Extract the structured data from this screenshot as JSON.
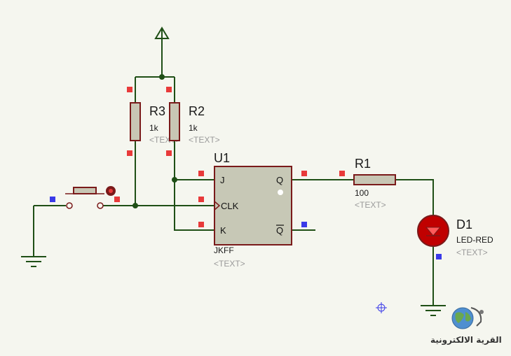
{
  "colors": {
    "background": "#f5f6ef",
    "wire": "#1f4f16",
    "component_outline": "#7a1a1a",
    "component_fill": "#c8c6b4",
    "ic_fill": "#c7c8b6",
    "led_fill": "#c00000",
    "pin_marker_red": "#e83a3a",
    "pin_marker_blue": "#3a3ae8"
  },
  "components": {
    "r1": {
      "ref": "R1",
      "value": "100",
      "text": "<TEXT>"
    },
    "r2": {
      "ref": "R2",
      "value": "1k",
      "text": "<TEXT>"
    },
    "r3": {
      "ref": "R3",
      "value": "1k",
      "text": "<TEXT>"
    },
    "u1": {
      "ref": "U1",
      "type": "JKFF",
      "text": "<TEXT>",
      "pins": {
        "j": "J",
        "clk": "CLK",
        "k": "K",
        "q": "Q",
        "qbar": "Q"
      }
    },
    "d1": {
      "ref": "D1",
      "type": "LED-RED",
      "text": "<TEXT>"
    }
  },
  "icons": [
    "power-terminal-icon",
    "ground-icon",
    "push-button-icon",
    "led-icon",
    "crosshair-origin-icon",
    "globe-logo-icon"
  ],
  "watermark": {
    "text": "القرية الالكترونية"
  }
}
